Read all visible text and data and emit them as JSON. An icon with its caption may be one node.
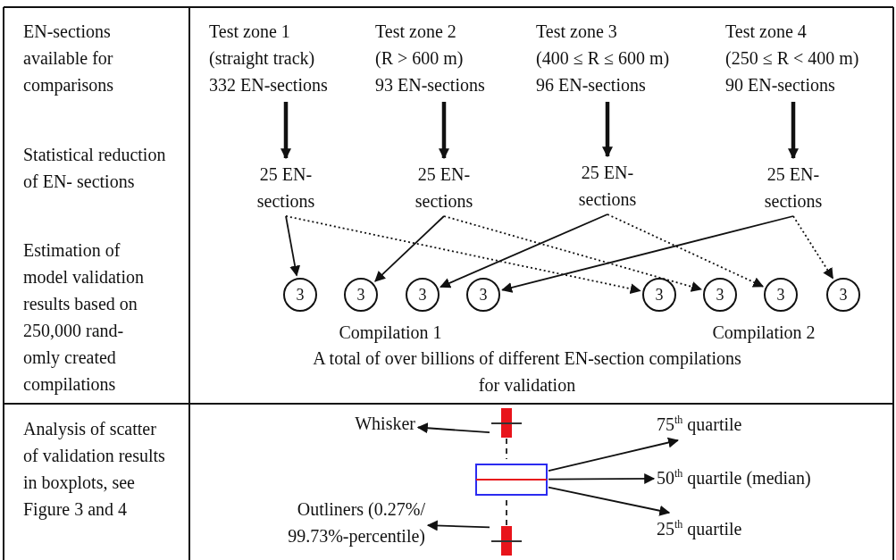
{
  "diagram": {
    "nodes": [
      {
        "text": [
          "Test zone 1",
          "(straight track)",
          "332 EN-sections"
        ]
      },
      {
        "text": [
          "Test zone 2",
          "(R > 600 m)",
          "93 EN-sections"
        ]
      },
      {
        "text": [
          "Test zone 3",
          "(400 ≤ R ≤ 600 m)",
          "96 EN-sections"
        ]
      },
      {
        "text": [
          "Test zone 4",
          "(250 ≤ R < 400 m)",
          "90 EN-sections"
        ]
      },
      {
        "text": [
          "25 EN- sections"
        ]
      },
      {
        "text": [
          "25 EN- sections"
        ]
      },
      {
        "text": [
          "25 EN- sections"
        ]
      },
      {
        "text": [
          "25 EN- sections"
        ]
      },
      {
        "text": [
          "3"
        ]
      },
      {
        "text": [
          "3"
        ]
      },
      {
        "text": [
          "3"
        ]
      },
      {
        "text": [
          "3"
        ]
      },
      {
        "text": [
          "3"
        ]
      },
      {
        "text": [
          "3"
        ]
      },
      {
        "text": [
          "3"
        ]
      },
      {
        "text": [
          "3"
        ]
      },
      {
        "text": [
          "Whisker"
        ]
      },
      {
        "text": [],
        "shape": "bar"
      },
      {
        "text": [
          "75$^{th}$ quartile"
        ]
      },
      {
        "text": [],
        "shape": "box"
      },
      {
        "text": [
          "50$^{th}$ quartile (median)"
        ]
      },
      {
        "text": [
          "25$^{th}$ quartile"
        ]
      },
      {
        "text": [
          "Outliners (0.27%/ 99.73%-percentile)"
        ]
      },
      {
        "text": [],
        "shape": "bar"
      }
    ],
    "edges": [
      {
        "from": 0,
        "to": 4,
        "arrow": "to",
        "style": "thick"
      },
      {
        "from": 1,
        "to": 5,
        "arrow": "to",
        "style": "thick"
      },
      {
        "from": 2,
        "to": 6,
        "arrow": "to",
        "style": "thick"
      },
      {
        "from": 3,
        "to": 7,
        "arrow": "to",
        "style": "thick"
      },
      {
        "from": 4,
        "to": 8,
        "arrow": "to"
      },
      {
        "from": 4,
        "to": 12,
        "arrow": "to",
        "style": "dashed"
      },
      {
        "from": 5,
        "to": 9,
        "arrow": "to"
      },
      {
        "from": 5,
        "to": 13,
        "arrow": "to",
        "style": "dashed"
      },
      {
        "from": 6,
        "to": 10,
        "arrow": "to"
      },
      {
        "from": 6,
        "to": 14,
        "arrow": "to",
        "style": "dashed"
      },
      {
        "from": 7,
        "to": 11,
        "arrow": "to"
      },
      {
        "from": 7,
        "to": 15,
        "arrow": "to",
        "style": "dashed"
      },
      {
        "from": 17,
        "to": 16,
        "arrow": "to"
      },
      {
        "from": 19,
        "to": 18,
        "arrow": "to"
      },
      {
        "from": 19,
        "to": 20,
        "arrow": "to"
      },
      {
        "from": 19,
        "to": 21,
        "arrow": "to"
      },
      {
        "from": 23,
        "to": 22,
        "arrow": "to"
      }
    ],
    "labels": [
      "EN-sections available for comparisons",
      "Statistical reduction of EN- sections",
      "Estimation of model validation results based on 250,000 rand- omly created compilations",
      "Compilation 1",
      "Compilation 2",
      "A total of over billions of different EN-section compilations for validation",
      "Analysis of scatter of validation results in boxplots, see Figure 3 and 4"
    ]
  }
}
